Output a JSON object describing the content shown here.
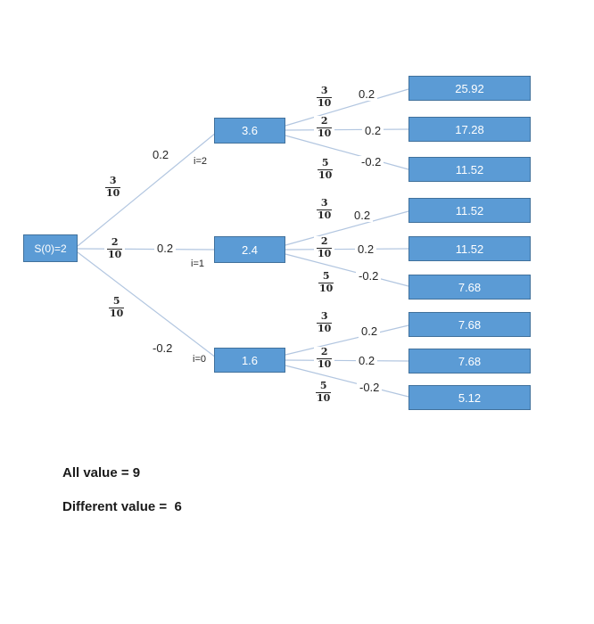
{
  "diagram": {
    "root_label": "S(0)=2",
    "branches": [
      {
        "num": "3",
        "den": "10",
        "rate": "0.2",
        "index_label": "i=2",
        "node_value": "3.6"
      },
      {
        "num": "2",
        "den": "10",
        "rate": "0.2",
        "index_label": "i=1",
        "node_value": "2.4"
      },
      {
        "num": "5",
        "den": "10",
        "rate": "-0.2",
        "index_label": "i=0",
        "node_value": "1.6"
      }
    ],
    "leaves": [
      {
        "num": "3",
        "den": "10",
        "rate": "0.2",
        "value": "25.92"
      },
      {
        "num": "2",
        "den": "10",
        "rate": "0.2",
        "value": "17.28"
      },
      {
        "num": "5",
        "den": "10",
        "rate": "-0.2",
        "value": "11.52"
      },
      {
        "num": "3",
        "den": "10",
        "rate": "0.2",
        "value": "11.52"
      },
      {
        "num": "2",
        "den": "10",
        "rate": "0.2",
        "value": "11.52"
      },
      {
        "num": "5",
        "den": "10",
        "rate": "-0.2",
        "value": "7.68"
      },
      {
        "num": "3",
        "den": "10",
        "rate": "0.2",
        "value": "7.68"
      },
      {
        "num": "2",
        "den": "10",
        "rate": "0.2",
        "value": "7.68"
      },
      {
        "num": "5",
        "den": "10",
        "rate": "-0.2",
        "value": "5.12"
      }
    ],
    "colors": {
      "box_fill": "#5b9bd5",
      "box_border": "#41719c",
      "line": "#b2c6e0"
    }
  },
  "footer": {
    "all_value": "All value = 9",
    "different_value": "Different value =  6"
  }
}
